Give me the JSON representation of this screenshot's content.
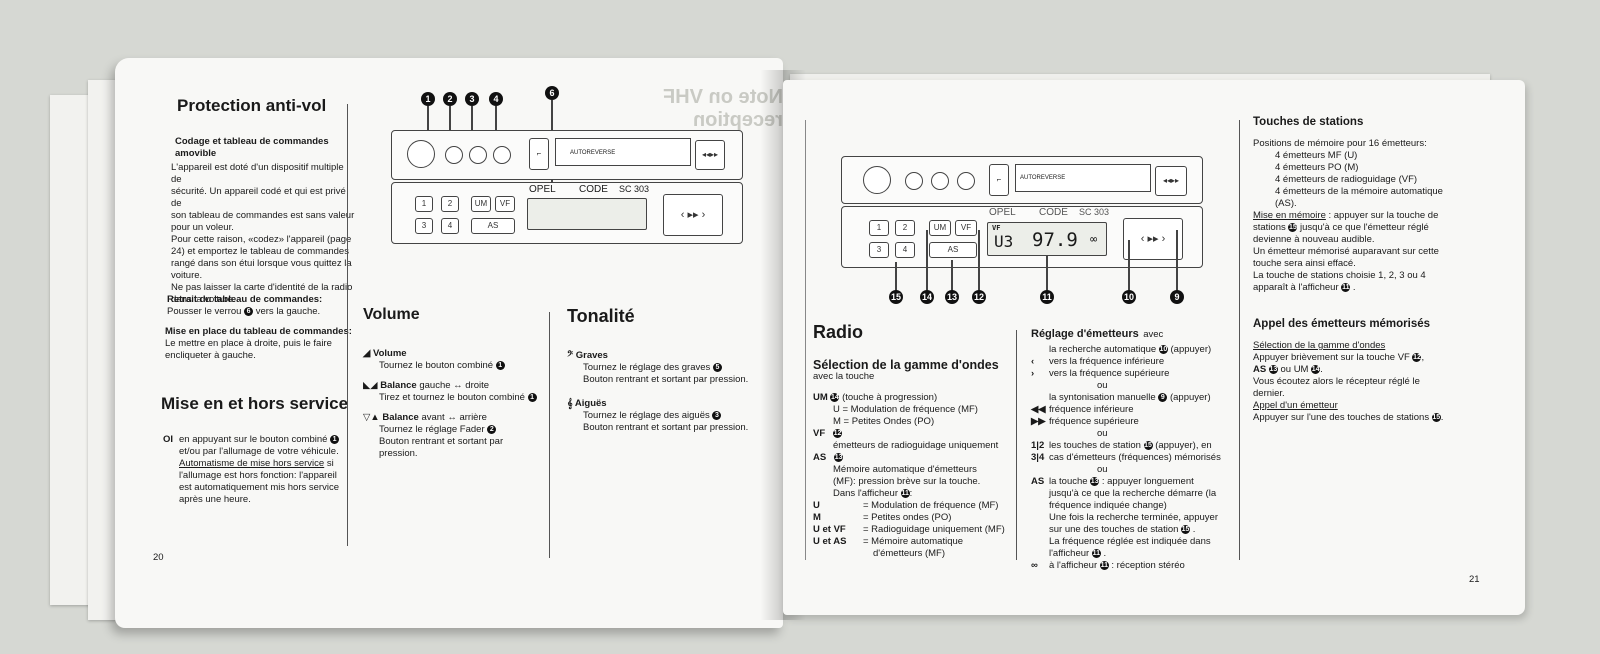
{
  "left_page": {
    "title_protection": "Protection anti-vol",
    "codage_heading": "Codage et tableau de commandes amovible",
    "codage_text": [
      "L'appareil est doté d'un dispositif multiple de",
      "sécurité. Un appareil codé et qui est privé de",
      "son tableau de commandes est sans valeur",
      "pour un voleur.",
      "Pour cette raison, «codez» l'appareil (page",
      "24) et emportez le tableau de commandes",
      "rangé dans son étui lorsque vous quittez la",
      "voiture.",
      "Ne pas laisser la carte d'identité de la radio",
      "dans la voiture."
    ],
    "retrait_heading": "Retrait du tableau de commandes:",
    "retrait_text": "Pousser le verrou",
    "retrait_num": "6",
    "retrait_tail": "vers la gauche.",
    "miseplace_heading": "Mise en place du tableau de commandes:",
    "miseplace_text": [
      "Le mettre en place à droite, puis le faire",
      "encliqueter à gauche."
    ],
    "title_service": "Mise en et hors service",
    "oi_label": "OI",
    "oi_text": [
      "en appuyant sur le bouton combiné",
      "et/ou par l'allumage de votre véhicule."
    ],
    "oi_num": "1",
    "auto_heading": "Automatisme de mise hors service",
    "auto_text": [
      "si",
      "l'allumage est hors fonction: l'appareil",
      "est automatiquement mis hors service",
      "après une heure."
    ],
    "page_number": "20",
    "title_volume": "Volume",
    "volume_items": [
      {
        "label": "Volume",
        "lines": [
          "Tournez le bouton combiné"
        ],
        "num": "1"
      },
      {
        "label": "Balance",
        "label_tail": "gauche ↔ droite",
        "lines": [
          "Tirez et tournez le bouton combiné"
        ],
        "num": "1",
        "underline": "Tirez et tournez"
      },
      {
        "label": "Balance",
        "label_tail": "avant ↔ arrière",
        "lines": [
          "Tournez le réglage Fader",
          "Bouton rentrant et sortant par pression."
        ],
        "num": "2"
      }
    ],
    "title_tonalite": "Tonalité",
    "graves_label": "Graves",
    "graves_text": [
      "Tournez le réglage des graves",
      "Bouton rentrant et sortant par pression."
    ],
    "graves_num": "5",
    "aigues_label": "Aiguës",
    "aigues_text": [
      "Tournez le réglage des aiguës",
      "Bouton rentrant et sortant par pression."
    ],
    "aigues_num": "3",
    "diagram_callouts": [
      "1",
      "2",
      "3",
      "4",
      "6"
    ],
    "radio_labels": {
      "autoreverse": "AUTOREVERSE",
      "brand": "OPEL",
      "code": "CODE",
      "model": "SC 303",
      "um": "UM",
      "vf": "VF",
      "as": "AS",
      "p1": "1",
      "p2": "2",
      "p3": "3",
      "p4": "4"
    },
    "ghost_heading": "Note on VHF reception"
  },
  "right_page": {
    "title_radio": "Radio",
    "selection_heading": "Sélection de la gamme d'ondes",
    "selection_sub": "avec la touche",
    "um_label": "UM",
    "um_num": "14",
    "um_lines": [
      "(touche à progression)",
      "U = Modulation de fréquence (MF)",
      "M = Petites Ondes (PO)"
    ],
    "vf_label": "VF",
    "vf_num": "12",
    "vf_lines": [
      "émetteurs de radioguidage uniquement"
    ],
    "as_label": "AS",
    "as_num": "13",
    "as_lines": [
      "Mémoire automatique d'émetteurs",
      "(MF): pression brève sur la touche."
    ],
    "afficheur_intro": "Dans l'afficheur",
    "afficheur_num": "11",
    "afficheur_rows": [
      {
        "key": "U",
        "value": "= Modulation de fréquence (MF)"
      },
      {
        "key": "M",
        "value": "= Petites ondes (PO)"
      },
      {
        "key": "U et VF",
        "value": "= Radioguidage uniquement (MF)"
      },
      {
        "key": "U et AS",
        "value": "= Mémoire automatique"
      },
      {
        "key": "",
        "value": "d'émetteurs (MF)"
      }
    ],
    "reglage_heading": "Réglage d'émetteurs",
    "reglage_heading_tail": "avec",
    "reglage_lines": [
      {
        "sym": "",
        "text": "la recherche automatique",
        "num": "10",
        "tail": "(appuyer)"
      },
      {
        "sym": "‹",
        "text": "vers la fréquence inférieure"
      },
      {
        "sym": "›",
        "text": "vers la fréquence supérieure"
      },
      {
        "sym": "",
        "text": "ou",
        "center": true
      },
      {
        "sym": "",
        "text": "la syntonisation manuelle",
        "num": "9",
        "tail": "(appuyer)"
      },
      {
        "sym": "◀◀",
        "text": "fréquence inférieure"
      },
      {
        "sym": "▶▶",
        "text": "fréquence supérieure"
      },
      {
        "sym": "",
        "text": "ou",
        "center": true
      },
      {
        "sym": "1|2",
        "text": "les touches de station",
        "num": "15",
        "tail": "(appuyer), en"
      },
      {
        "sym": "3|4",
        "text": "cas d'émetteurs (fréquences) mémorisés"
      },
      {
        "sym": "",
        "text": "ou",
        "center": true
      },
      {
        "sym": "AS",
        "text": "la touche",
        "num": "13",
        "tail": ": appuyer longuement"
      },
      {
        "sym": "",
        "text": "jusqu'à ce que la recherche démarre (la"
      },
      {
        "sym": "",
        "text": "fréquence indiquée change)"
      },
      {
        "sym": "",
        "text": "Une fois la recherche terminée, appuyer"
      },
      {
        "sym": "",
        "text": "sur une des touches de station",
        "num": "15",
        "tail": "."
      },
      {
        "sym": "",
        "text": "La fréquence réglée est indiquée dans"
      },
      {
        "sym": "",
        "text": "l'afficheur",
        "num": "11",
        "tail": "."
      },
      {
        "sym": "∞",
        "text": "à l'afficheur",
        "num": "11",
        "tail": ": réception stéréo"
      }
    ],
    "touches_heading": "Touches de stations",
    "touches_intro": "Positions de mémoire pour 16 émetteurs:",
    "touches_list": [
      "4 émetteurs MF (U)",
      "4 émetteurs PO (M)",
      "4 émetteurs de radioguidage (VF)",
      "4 émetteurs de la mémoire automatique",
      "(AS)."
    ],
    "memoire_lines": [
      {
        "text": "Mise en mémoire",
        "underline": true,
        "tail": ": appuyer sur la touche de"
      },
      {
        "text": "stations",
        "num": "15",
        "tail": "jusqu'à ce que l'émetteur réglé"
      },
      {
        "text": "devienne à nouveau audible."
      },
      {
        "text": "Un émetteur mémorisé auparavant sur cette"
      },
      {
        "text": "touche sera ainsi effacé."
      },
      {
        "text": "La touche de stations choisie 1, 2, 3 ou 4"
      },
      {
        "text": "apparaît à l'afficheur",
        "num": "11",
        "tail": "."
      }
    ],
    "appel_heading": "Appel des émetteurs mémorisés",
    "appel_sel": "Sélection de la gamme d'ondes",
    "appel_lines": [
      "Appuyer brièvement sur la touche VF",
      "AS",
      "ou UM",
      "Vous écoutez alors le récepteur réglé le",
      "dernier."
    ],
    "appel_nums": [
      "12",
      "13",
      "14"
    ],
    "appel_emetteur": "Appel d'un émetteur",
    "appel_emetteur_text": "Appuyer sur l'une des touches de stations",
    "appel_emetteur_num": "15",
    "page_number": "21",
    "diagram_callouts": [
      "15",
      "14",
      "13",
      "12",
      "11",
      "10",
      "9"
    ],
    "display": {
      "band": "U3",
      "freq": "97.9",
      "vf": "VF"
    },
    "radio_labels": {
      "autoreverse": "AUTOREVERSE",
      "brand": "OPEL",
      "code": "CODE",
      "model": "SC 303",
      "um": "UM",
      "vf": "VF",
      "as": "AS",
      "p1": "1",
      "p2": "2",
      "p3": "3",
      "p4": "4"
    }
  }
}
